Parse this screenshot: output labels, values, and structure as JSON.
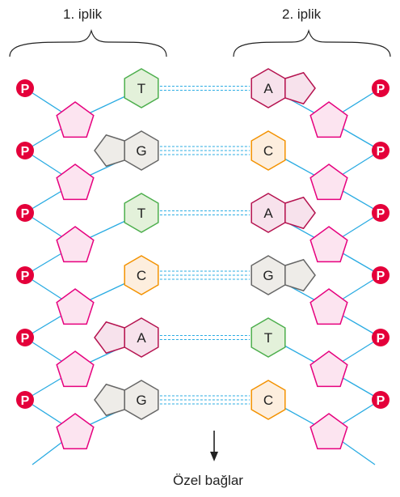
{
  "strand_labels": {
    "left": "1. iplik",
    "right": "2. iplik"
  },
  "phosphate_label": "P",
  "bonds_label": "Özel bağlar",
  "pairs": [
    {
      "left": "T",
      "right": "A",
      "bonds": 2
    },
    {
      "left": "G",
      "right": "C",
      "bonds": 3
    },
    {
      "left": "T",
      "right": "A",
      "bonds": 2
    },
    {
      "left": "C",
      "right": "G",
      "bonds": 3
    },
    {
      "left": "A",
      "right": "T",
      "bonds": 2
    },
    {
      "left": "G",
      "right": "C",
      "bonds": 3
    }
  ],
  "colors": {
    "backbone": "#29abe2",
    "sugar_fill": "#fce4f0",
    "sugar_stroke": "#e6007e",
    "phosphate": "#e4003a",
    "T": {
      "fill": "#e3f1da",
      "stroke": "#4cae4c"
    },
    "A": {
      "fill": "#f7e2ec",
      "stroke": "#b5124f"
    },
    "G": {
      "fill": "#eeece8",
      "stroke": "#666666"
    },
    "C": {
      "fill": "#fdeede",
      "stroke": "#f39200"
    },
    "bond": "#29abe2"
  }
}
